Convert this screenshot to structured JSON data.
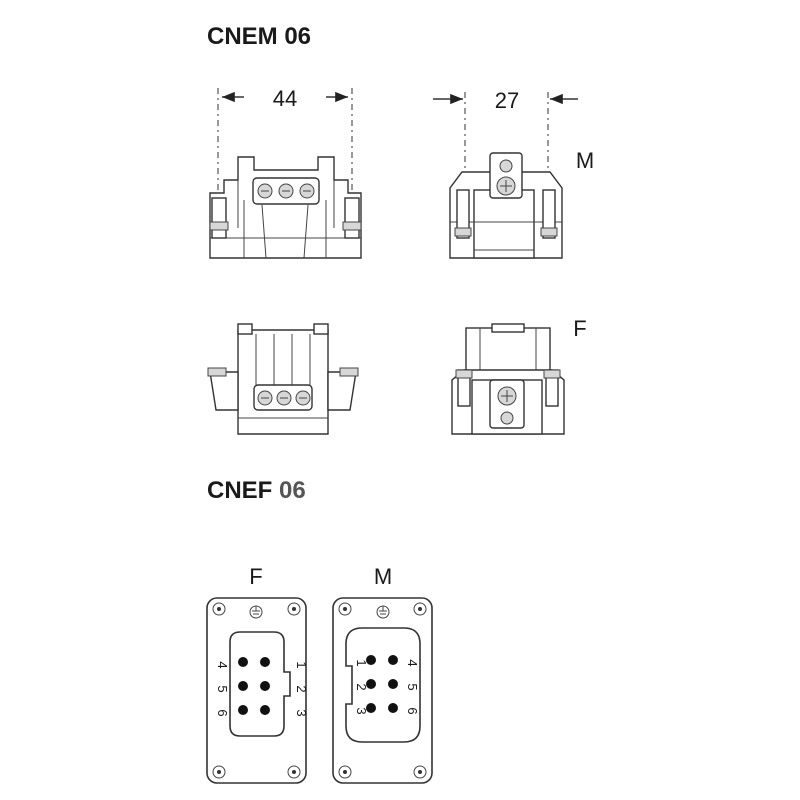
{
  "top_section": {
    "title": "CNEM 06",
    "dim_width": "44",
    "dim_depth": "27",
    "label_male": "M",
    "label_female": "F"
  },
  "bottom_section": {
    "title_prefix": "CNEF ",
    "title_number": "06",
    "face_female": {
      "label": "F",
      "pins_left": [
        "4",
        "5",
        "6"
      ],
      "pins_right": [
        "1",
        "2",
        "3"
      ]
    },
    "face_male": {
      "label": "M",
      "pins_left": [
        "1",
        "2",
        "3"
      ],
      "pins_right": [
        "4",
        "5",
        "6"
      ]
    }
  }
}
